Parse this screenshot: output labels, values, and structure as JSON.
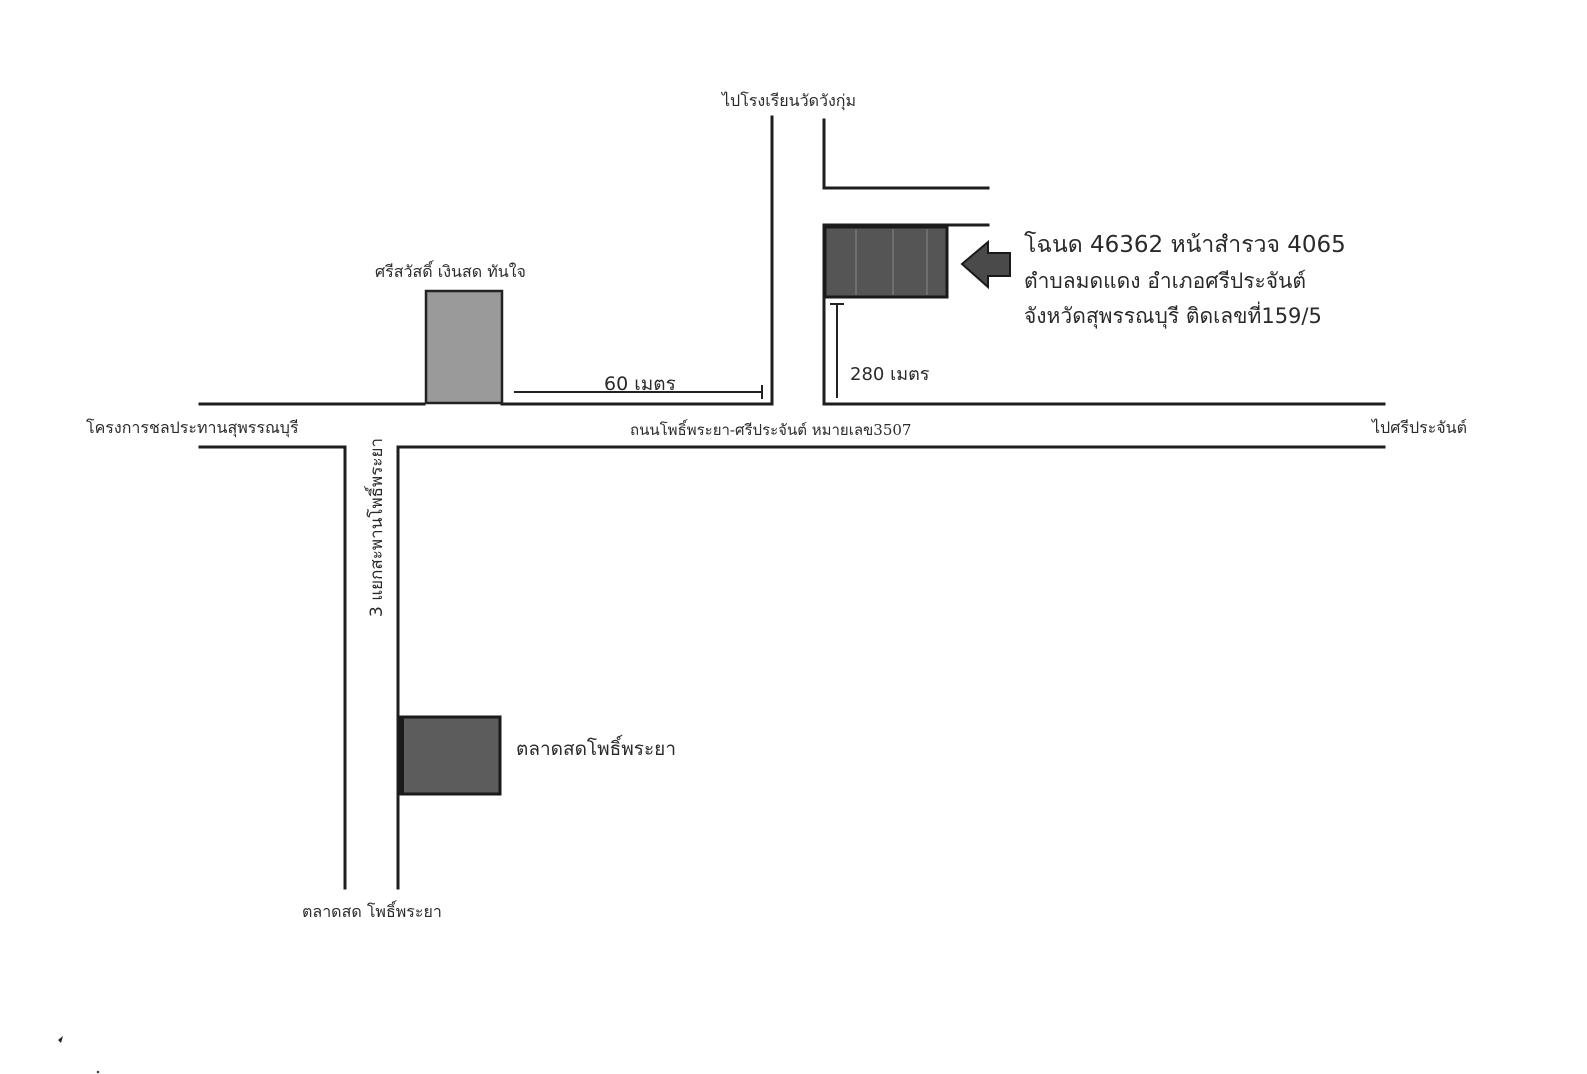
{
  "map": {
    "labels": {
      "to_school": "ไปโรงเรียนวัดวังกุ่ม",
      "srisawat": "ศรีสวัสดิ์ เงินสด ทันใจ",
      "dist_60": "60 เมตร",
      "dist_280": "280 เมตร",
      "irrigation": "โครงการชลประทานสุพรรณบุรี",
      "main_road": "ถนนโพธิ์พระยา-ศรีประจันต์ หมายเลข3507",
      "to_sriprachan": "ไปศรีประจันต์",
      "junction": "3 แยกสะพานโพธิ์พระยา",
      "market_box": "ตลาดสดโพธิ์พระยา",
      "market_bottom": "ตลาดสด โพธิ์พระยา"
    },
    "deed": {
      "line1": "โฉนด 46362 หน้าสำรวจ 4065",
      "line2": "ตำบลมดแดง อำเภอศรีประจันต์",
      "line3": "จังหวัดสุพรรณบุรี ติดเลขที่159/5"
    },
    "colors": {
      "road": "#1e1e1e",
      "srisawat_block": "#9a9a9a",
      "property_block": "#555555",
      "market_block": "#5c5c5c",
      "arrow": "#4a4a4a"
    }
  }
}
